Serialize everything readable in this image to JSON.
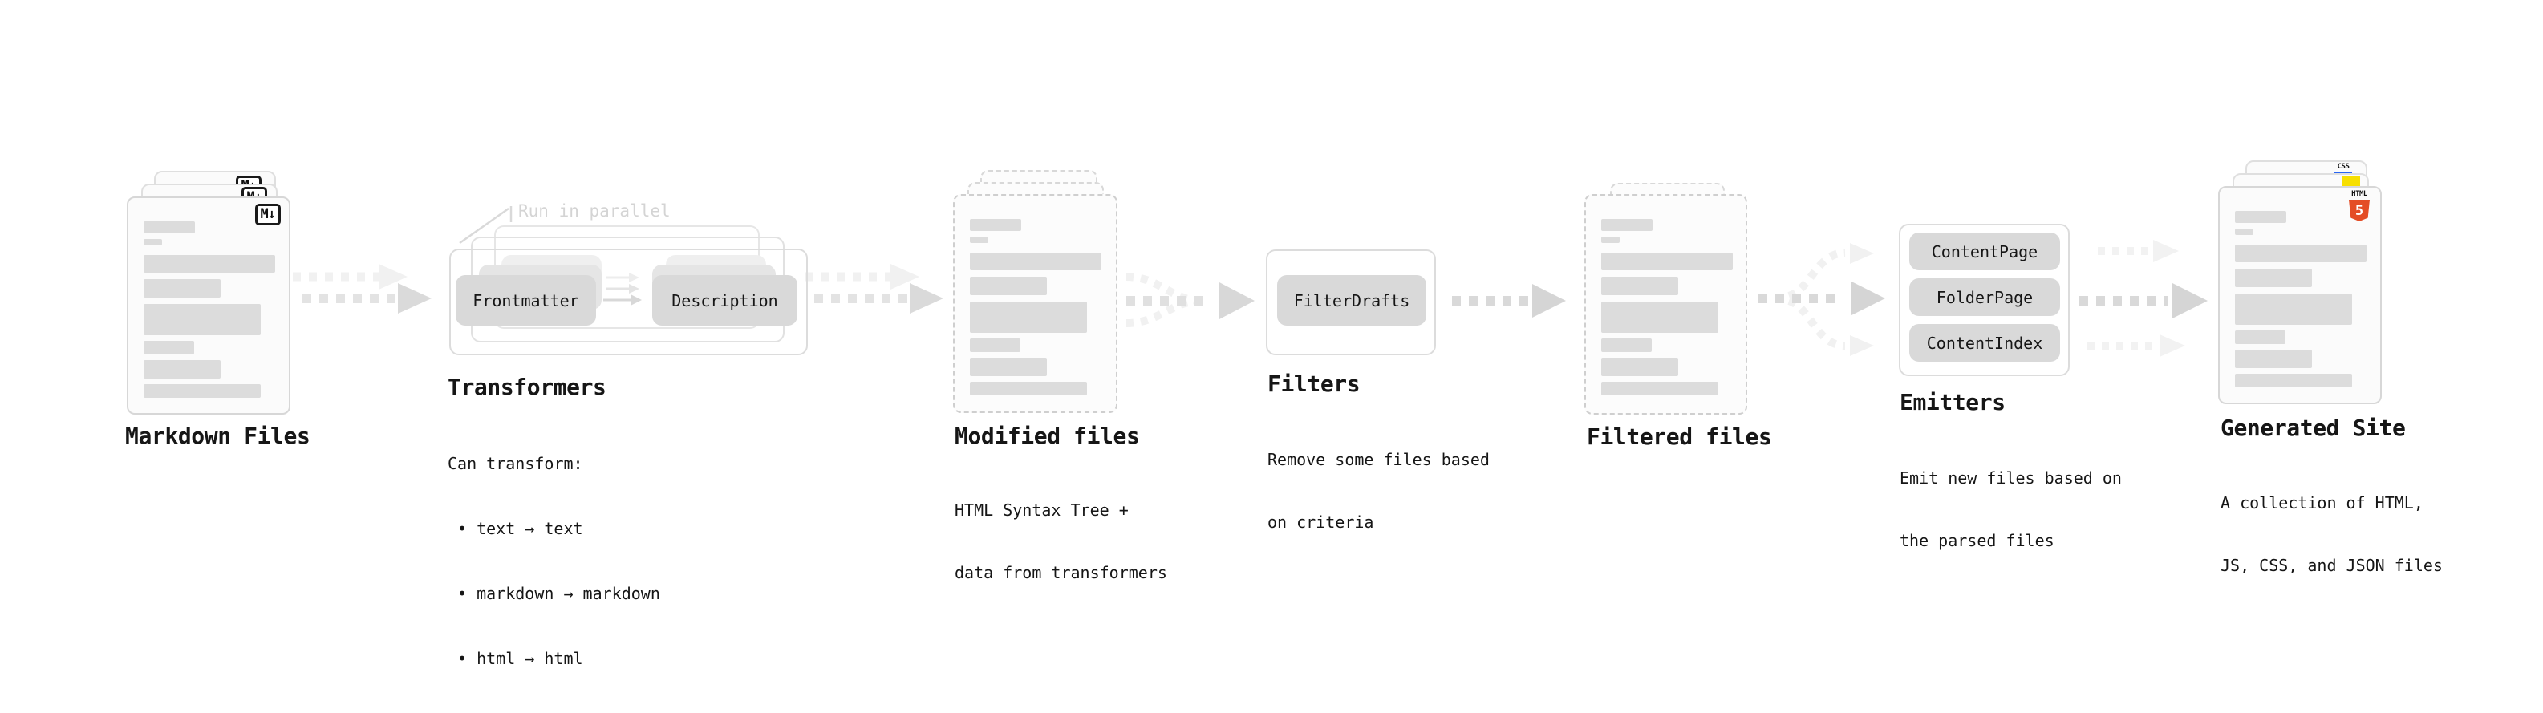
{
  "diagram": {
    "doc_bars": [
      {
        "w": 64,
        "h": 15,
        "mt": 0
      },
      {
        "w": 23,
        "h": 8,
        "mt": 7
      },
      {
        "w": 164,
        "h": 22,
        "mt": 12
      },
      {
        "w": 96,
        "h": 23,
        "mt": 8
      },
      {
        "w": 146,
        "h": 39,
        "mt": 8
      },
      {
        "w": 63,
        "h": 17,
        "mt": 7
      },
      {
        "w": 96,
        "h": 23,
        "mt": 7
      },
      {
        "w": 146,
        "h": 17,
        "mt": 7
      }
    ],
    "stages": {
      "markdown_files": {
        "title": "Markdown Files",
        "badge": "M↓"
      },
      "transformers": {
        "title": "Transformers",
        "parallel_label": "Run in parallel",
        "pills": {
          "frontmatter": "Frontmatter",
          "description": "Description"
        },
        "note": {
          "heading": "Can transform:",
          "bullets": [
            "• text → text",
            "• markdown → markdown",
            "• html → html"
          ]
        }
      },
      "modified_files": {
        "title": "Modified files",
        "subtitle": [
          "HTML Syntax Tree +",
          "data from transformers"
        ]
      },
      "filters": {
        "title": "Filters",
        "pill": "FilterDrafts",
        "subtitle": [
          "Remove some files based",
          "on criteria"
        ]
      },
      "filtered_files": {
        "title": "Filtered files"
      },
      "emitters": {
        "title": "Emitters",
        "pills": [
          "ContentPage",
          "FolderPage",
          "ContentIndex"
        ],
        "subtitle": [
          "Emit new files based on",
          "the parsed files"
        ]
      },
      "generated_site": {
        "title": "Generated Site",
        "subtitle": [
          "A collection of HTML,",
          "JS, CSS, and JSON files"
        ],
        "file_badges": {
          "css_label": "CSS",
          "html_label": "HTML",
          "html_number": "5"
        }
      }
    },
    "colors": {
      "html5_orange": "#e44d26",
      "js_yellow": "#f7df00",
      "css_blue": "#2965f1",
      "placeholder_gray": "#dcdcdc",
      "text": "#161616"
    }
  }
}
